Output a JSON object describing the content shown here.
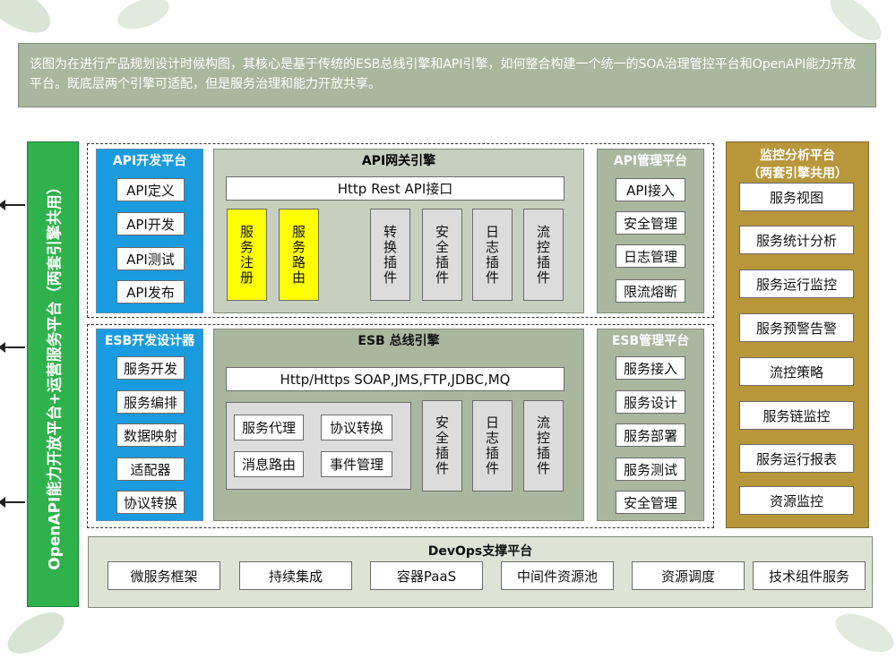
{
  "intro_text": "该图为在进行产品规划设计时候构图，其核心是基于传统的ESB总线引擎和API引擎，如何整合构建一个统一的SOA治理管控平台和OpenAPI能力开放平台。既底层两个引擎可适配，但是服务治理和能力开放共享。",
  "left_bar_label": "OpenAPI能力开放平台+运营服务平台（两套引擎共用）",
  "api_dev": {
    "title": "API开发平台",
    "items": [
      "API定义",
      "API开发",
      "API测试",
      "API发布"
    ]
  },
  "api_gateway": {
    "title": "API网关引擎",
    "interface": "Http Rest API接口",
    "yellow_items": [
      "服务注册",
      "服务路由"
    ],
    "plugins": [
      "转换插件",
      "安全插件",
      "日志插件",
      "流控插件"
    ]
  },
  "api_mgmt": {
    "title": "API管理平台",
    "items": [
      "API接入",
      "安全管理",
      "日志管理",
      "限流熔断"
    ]
  },
  "esb_dev": {
    "title": "ESB开发设计器",
    "items": [
      "服务开发",
      "服务编排",
      "数据映射",
      "适配器",
      "协议转换"
    ]
  },
  "esb_engine": {
    "title": "ESB 总线引擎",
    "interface": "Http/Https SOAP,JMS,FTP,JDBC,MQ",
    "inner_items": [
      "服务代理",
      "协议转换",
      "消息路由",
      "事件管理"
    ],
    "plugins": [
      "安全插件",
      "日志插件",
      "流控插件"
    ]
  },
  "esb_mgmt": {
    "title": "ESB管理平台",
    "items": [
      "服务接入",
      "服务设计",
      "服务部署",
      "服务测试",
      "安全管理"
    ]
  },
  "monitor": {
    "title": "监控分析平台",
    "subtitle": "（两套引擎共用）",
    "items": [
      "服务视图",
      "服务统计分析",
      "服务运行监控",
      "服务预警告警",
      "流控策略",
      "服务链监控",
      "服务运行报表",
      "资源监控"
    ]
  },
  "devops": {
    "title": "DevOps支撑平台",
    "items": [
      "微服务框架",
      "持续集成",
      "容器PaaS",
      "中间件资源池",
      "资源调度",
      "技术组件服务"
    ]
  },
  "colors": {
    "blue": "#1a9be0",
    "green_panel": "#a9b79f",
    "light_panel": "#c7d0bf",
    "monitor": "#b8963a",
    "yellow": "#ffff00",
    "left_bar": "#2fb24c"
  }
}
